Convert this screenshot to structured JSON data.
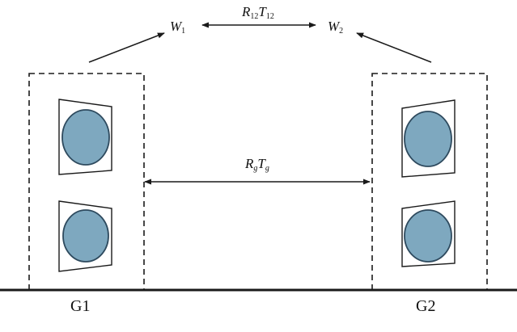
{
  "labels": {
    "w1": {
      "main": "W",
      "sub": "1"
    },
    "w2": {
      "main": "W",
      "sub": "2"
    },
    "top_link": {
      "r": "R",
      "r_sub": "12",
      "t": "T",
      "t_sub": "12"
    },
    "mid_link": {
      "r": "R",
      "r_sub": "g",
      "t": "T",
      "t_sub": "g"
    },
    "group1": "G1",
    "group2": "G2"
  },
  "colors": {
    "stroke": "#1a1a1a",
    "speaker_fill": "#7ea8bf",
    "speaker_edge": "#2e4a5e",
    "background": "#ffffff"
  }
}
